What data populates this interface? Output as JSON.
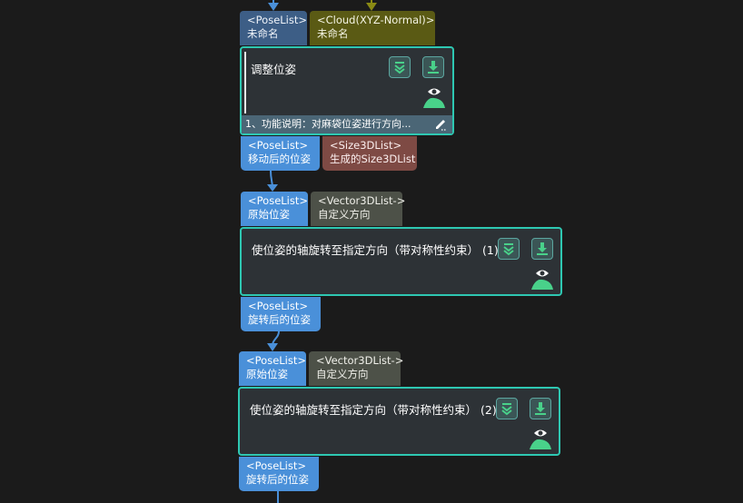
{
  "colors": {
    "background": "#1b1b1b",
    "node_border": "#2ec8b2",
    "node_body": "#2d3236",
    "pose_port": "#4a90d9",
    "cloud_port": "#5a5a14",
    "size_port": "#7e4a44",
    "vector_port": "#4d5148",
    "footer": "#4b6676"
  },
  "icons": {
    "collapse": "double-chevron-down-icon",
    "download": "download-arrow-icon",
    "visualize": "eye-person-icon",
    "edit": "pencil-icon"
  },
  "node1": {
    "inputs": [
      {
        "type": "<PoseList>",
        "name": "未命名"
      },
      {
        "type": "<Cloud(XYZ-Normal)>",
        "name": "未命名"
      }
    ],
    "title": "调整位姿",
    "description": "1、功能说明：对麻袋位姿进行方向...",
    "outputs": [
      {
        "type": "<PoseList>",
        "name": "移动后的位姿"
      },
      {
        "type": "<Size3DList>",
        "name": "生成的Size3DList"
      }
    ]
  },
  "node2": {
    "inputs": [
      {
        "type": "<PoseList>",
        "name": "原始位姿"
      },
      {
        "type": "<Vector3DList->",
        "name": "自定义方向"
      }
    ],
    "title": "使位姿的轴旋转至指定方向（带对称性约束）",
    "index": "(1)",
    "outputs": [
      {
        "type": "<PoseList>",
        "name": "旋转后的位姿"
      }
    ]
  },
  "node3": {
    "inputs": [
      {
        "type": "<PoseList>",
        "name": "原始位姿"
      },
      {
        "type": "<Vector3DList->",
        "name": "自定义方向"
      }
    ],
    "title": "使位姿的轴旋转至指定方向（带对称性约束）",
    "index": "(2)",
    "outputs": [
      {
        "type": "<PoseList>",
        "name": "旋转后的位姿"
      }
    ]
  }
}
